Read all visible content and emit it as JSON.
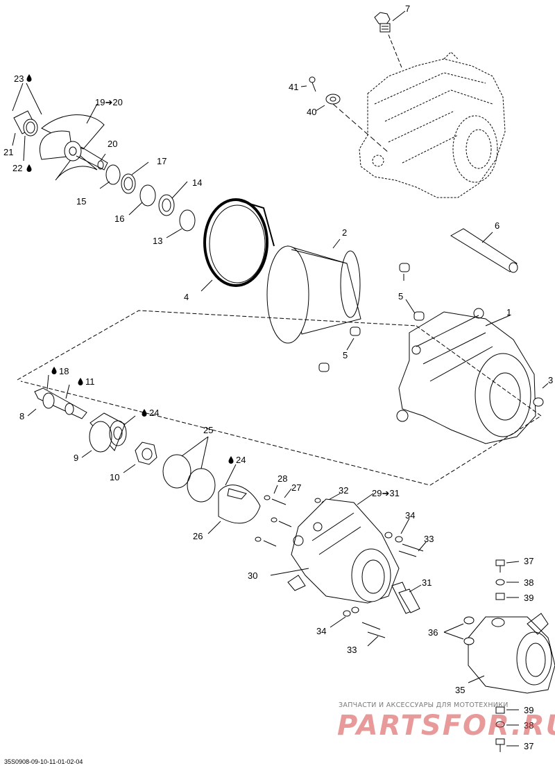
{
  "diagram": {
    "code": "35S0908-09-10-11-01-02-04",
    "watermark": {
      "line": "ЗАПЧАСТИ И АКСЕССУАРЫ ДЛЯ МОТОТЕХНИКИ",
      "logo": "PARTSFOR.RU"
    },
    "labels": [
      "1",
      "2",
      "3",
      "4",
      "5",
      "5",
      "6",
      "7",
      "8",
      "9",
      "10",
      "11",
      "13",
      "14",
      "15",
      "16",
      "17",
      "18",
      "19➔20",
      "20",
      "21",
      "22",
      "23",
      "24",
      "24",
      "25",
      "26",
      "27",
      "28",
      "29➔31",
      "30",
      "31",
      "32",
      "33",
      "33",
      "34",
      "34",
      "35",
      "36",
      "37",
      "37",
      "38",
      "38",
      "39",
      "39",
      "40",
      "41"
    ],
    "colors": {
      "line": "#000000",
      "watermark": "#d64646",
      "background": "#ffffff"
    },
    "icons": [
      "drop-icon"
    ]
  }
}
